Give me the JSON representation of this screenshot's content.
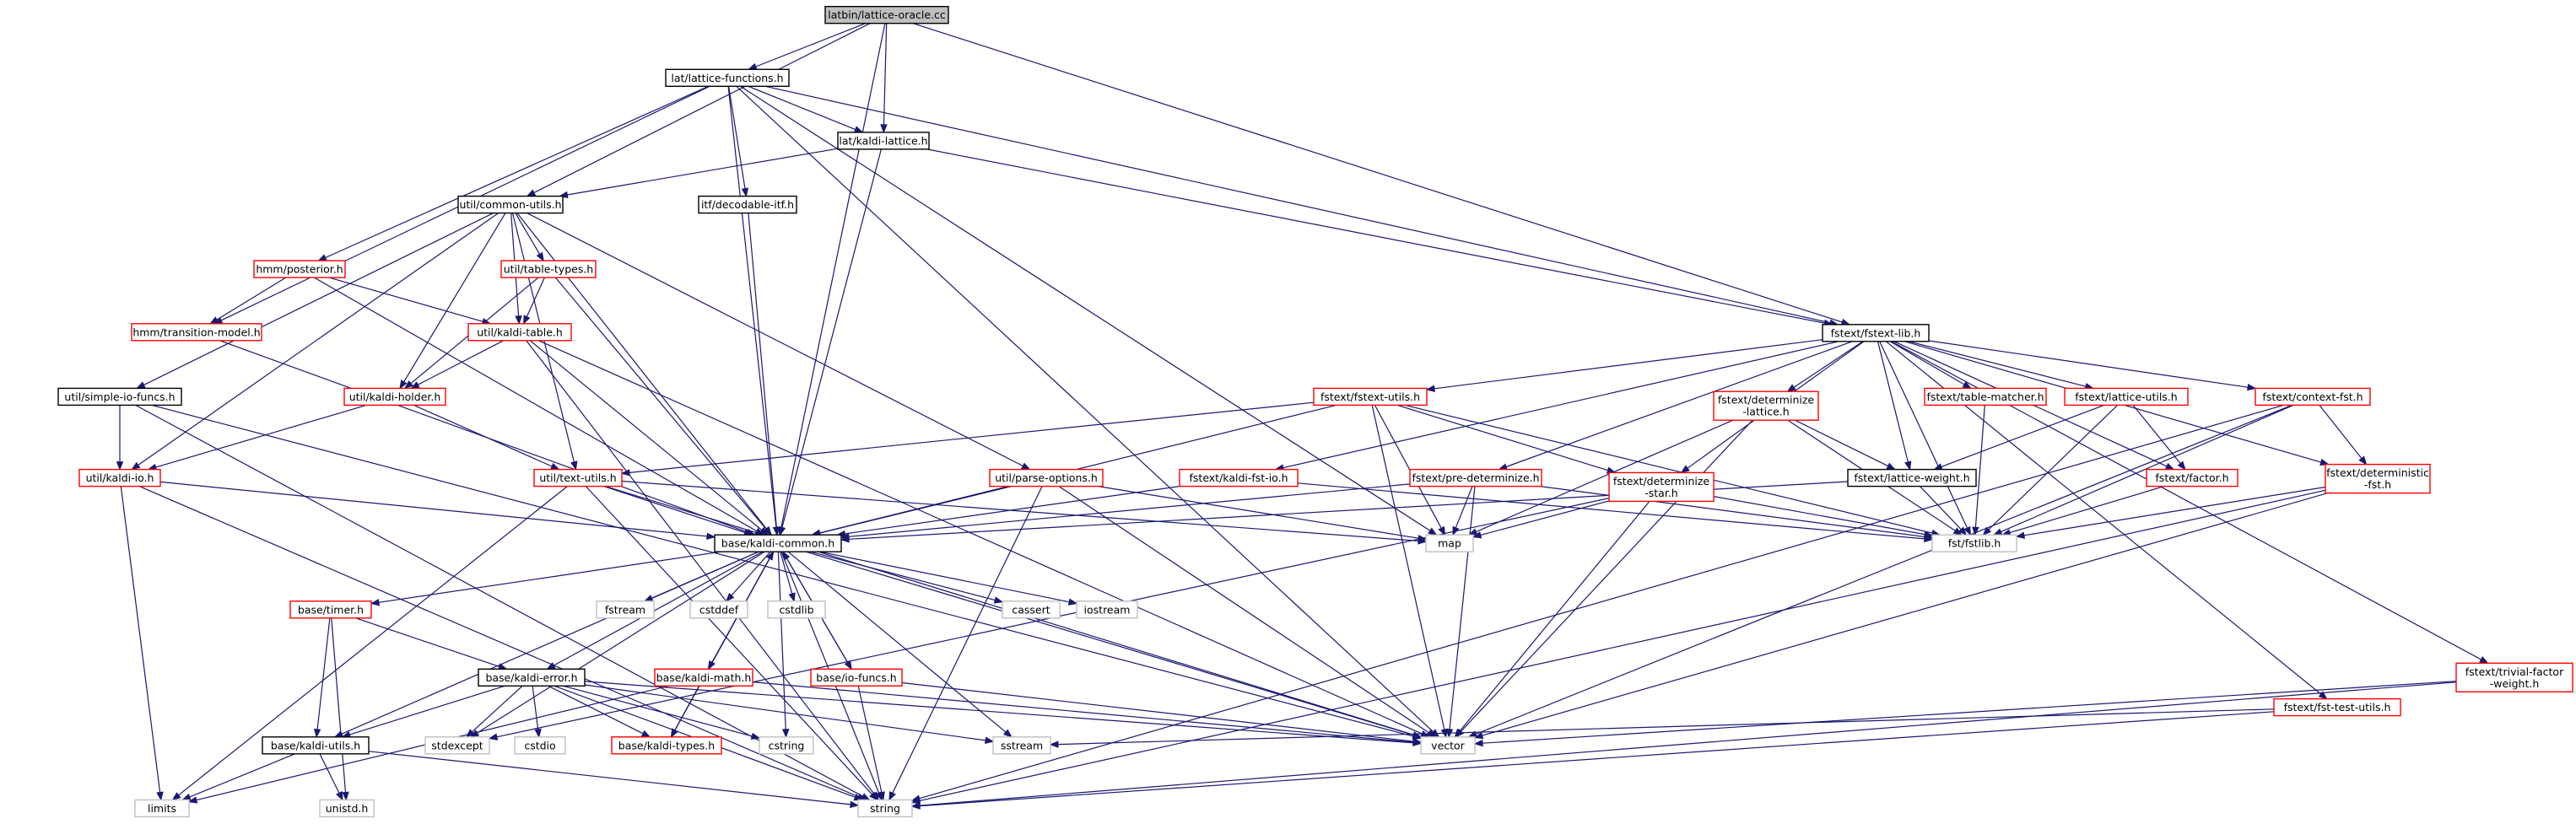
{
  "diagram": {
    "colors": {
      "root_fill": "#bfbfbf",
      "documented_border": "#000000",
      "undocumented_border": "#ff0000",
      "external_border": "#bfbfbf",
      "edge": "#191970"
    },
    "nodes": [
      {
        "id": "lattice-oracle",
        "label": "latbin/lattice-oracle.cc",
        "kind": "root"
      },
      {
        "id": "lattice-functions",
        "label": "lat/lattice-functions.h",
        "kind": "doc"
      },
      {
        "id": "kaldi-lattice",
        "label": "lat/kaldi-lattice.h",
        "kind": "doc"
      },
      {
        "id": "common-utils",
        "label": "util/common-utils.h",
        "kind": "doc"
      },
      {
        "id": "decodable-itf",
        "label": "itf/decodable-itf.h",
        "kind": "doc"
      },
      {
        "id": "fstext-lib",
        "label": "fstext/fstext-lib.h",
        "kind": "doc"
      },
      {
        "id": "posterior",
        "label": "hmm/posterior.h",
        "kind": "undoc"
      },
      {
        "id": "table-types",
        "label": "util/table-types.h",
        "kind": "undoc"
      },
      {
        "id": "transition-model",
        "label": "hmm/transition-model.h",
        "kind": "undoc"
      },
      {
        "id": "kaldi-table",
        "label": "util/kaldi-table.h",
        "kind": "undoc"
      },
      {
        "id": "simple-io-funcs",
        "label": "util/simple-io-funcs.h",
        "kind": "doc"
      },
      {
        "id": "kaldi-holder",
        "label": "util/kaldi-holder.h",
        "kind": "undoc"
      },
      {
        "id": "kaldi-io",
        "label": "util/kaldi-io.h",
        "kind": "undoc"
      },
      {
        "id": "text-utils",
        "label": "util/text-utils.h",
        "kind": "undoc"
      },
      {
        "id": "parse-options",
        "label": "util/parse-options.h",
        "kind": "undoc"
      },
      {
        "id": "fstext-utils",
        "label": "fstext/fstext-utils.h",
        "kind": "undoc"
      },
      {
        "id": "kaldi-fst-io",
        "label": "fstext/kaldi-fst-io.h",
        "kind": "undoc"
      },
      {
        "id": "determinize-lattice",
        "label": "fstext/determinize\n-lattice.h",
        "kind": "undoc"
      },
      {
        "id": "pre-determinize",
        "label": "fstext/pre-determinize.h",
        "kind": "undoc"
      },
      {
        "id": "determinize-star",
        "label": "fstext/determinize\n-star.h",
        "kind": "undoc"
      },
      {
        "id": "table-matcher",
        "label": "fstext/table-matcher.h",
        "kind": "undoc"
      },
      {
        "id": "fst-lattice-utils",
        "label": "fstext/lattice-utils.h",
        "kind": "undoc"
      },
      {
        "id": "lattice-weight",
        "label": "fstext/lattice-weight.h",
        "kind": "doc"
      },
      {
        "id": "context-fst",
        "label": "fstext/context-fst.h",
        "kind": "undoc"
      },
      {
        "id": "factor",
        "label": "fstext/factor.h",
        "kind": "undoc"
      },
      {
        "id": "deterministic-fst",
        "label": "fstext/deterministic\n-fst.h",
        "kind": "undoc"
      },
      {
        "id": "fstlib",
        "label": "fst/fstlib.h",
        "kind": "ext"
      },
      {
        "id": "kaldi-common",
        "label": "base/kaldi-common.h",
        "kind": "doc"
      },
      {
        "id": "map",
        "label": "map",
        "kind": "ext"
      },
      {
        "id": "timer",
        "label": "base/timer.h",
        "kind": "undoc"
      },
      {
        "id": "fstream",
        "label": "fstream",
        "kind": "ext"
      },
      {
        "id": "cstddef",
        "label": "cstddef",
        "kind": "ext"
      },
      {
        "id": "cstdlib",
        "label": "cstdlib",
        "kind": "ext"
      },
      {
        "id": "cassert",
        "label": "cassert",
        "kind": "ext"
      },
      {
        "id": "iostream",
        "label": "iostream",
        "kind": "ext"
      },
      {
        "id": "kaldi-error",
        "label": "base/kaldi-error.h",
        "kind": "doc"
      },
      {
        "id": "kaldi-math",
        "label": "base/kaldi-math.h",
        "kind": "undoc"
      },
      {
        "id": "io-funcs",
        "label": "base/io-funcs.h",
        "kind": "undoc"
      },
      {
        "id": "fst-test-utils",
        "label": "fstext/fst-test-utils.h",
        "kind": "undoc"
      },
      {
        "id": "trivial-factor-weight",
        "label": "fstext/trivial-factor\n-weight.h",
        "kind": "undoc"
      },
      {
        "id": "kaldi-utils",
        "label": "base/kaldi-utils.h",
        "kind": "doc"
      },
      {
        "id": "stdexcept",
        "label": "stdexcept",
        "kind": "ext"
      },
      {
        "id": "cstdio",
        "label": "cstdio",
        "kind": "ext"
      },
      {
        "id": "kaldi-types",
        "label": "base/kaldi-types.h",
        "kind": "undoc"
      },
      {
        "id": "cstring",
        "label": "cstring",
        "kind": "ext"
      },
      {
        "id": "sstream",
        "label": "sstream",
        "kind": "ext"
      },
      {
        "id": "vector",
        "label": "vector",
        "kind": "ext"
      },
      {
        "id": "limits",
        "label": "limits",
        "kind": "ext"
      },
      {
        "id": "unistd",
        "label": "unistd.h",
        "kind": "ext"
      },
      {
        "id": "string",
        "label": "string",
        "kind": "ext"
      }
    ],
    "edges": [
      [
        "lattice-oracle",
        "lattice-functions"
      ],
      [
        "lattice-oracle",
        "kaldi-lattice"
      ],
      [
        "lattice-oracle",
        "common-utils"
      ],
      [
        "lattice-oracle",
        "fstext-lib"
      ],
      [
        "lattice-oracle",
        "kaldi-common"
      ],
      [
        "lattice-functions",
        "kaldi-lattice"
      ],
      [
        "lattice-functions",
        "decodable-itf"
      ],
      [
        "lattice-functions",
        "fstext-lib"
      ],
      [
        "lattice-functions",
        "posterior"
      ],
      [
        "lattice-functions",
        "transition-model"
      ],
      [
        "lattice-functions",
        "kaldi-common"
      ],
      [
        "lattice-functions",
        "map"
      ],
      [
        "lattice-functions",
        "vector"
      ],
      [
        "kaldi-lattice",
        "common-utils"
      ],
      [
        "kaldi-lattice",
        "fstext-lib"
      ],
      [
        "kaldi-lattice",
        "kaldi-common"
      ],
      [
        "common-utils",
        "table-types"
      ],
      [
        "common-utils",
        "kaldi-table"
      ],
      [
        "common-utils",
        "kaldi-holder"
      ],
      [
        "common-utils",
        "simple-io-funcs"
      ],
      [
        "common-utils",
        "kaldi-io"
      ],
      [
        "common-utils",
        "text-utils"
      ],
      [
        "common-utils",
        "parse-options"
      ],
      [
        "common-utils",
        "kaldi-common"
      ],
      [
        "decodable-itf",
        "kaldi-common"
      ],
      [
        "posterior",
        "transition-model"
      ],
      [
        "posterior",
        "kaldi-table"
      ],
      [
        "posterior",
        "kaldi-common"
      ],
      [
        "table-types",
        "kaldi-table"
      ],
      [
        "table-types",
        "kaldi-holder"
      ],
      [
        "table-types",
        "kaldi-common"
      ],
      [
        "transition-model",
        "kaldi-common"
      ],
      [
        "kaldi-table",
        "kaldi-holder"
      ],
      [
        "kaldi-table",
        "kaldi-common"
      ],
      [
        "kaldi-table",
        "string"
      ],
      [
        "kaldi-table",
        "vector"
      ],
      [
        "kaldi-holder",
        "text-utils"
      ],
      [
        "kaldi-holder",
        "kaldi-io"
      ],
      [
        "simple-io-funcs",
        "kaldi-io"
      ],
      [
        "simple-io-funcs",
        "string"
      ],
      [
        "simple-io-funcs",
        "vector"
      ],
      [
        "kaldi-io",
        "kaldi-common"
      ],
      [
        "kaldi-io",
        "limits"
      ],
      [
        "kaldi-io",
        "string"
      ],
      [
        "text-utils",
        "kaldi-common"
      ],
      [
        "text-utils",
        "string"
      ],
      [
        "text-utils",
        "vector"
      ],
      [
        "text-utils",
        "map"
      ],
      [
        "text-utils",
        "limits"
      ],
      [
        "parse-options",
        "kaldi-common"
      ],
      [
        "parse-options",
        "map"
      ],
      [
        "parse-options",
        "string"
      ],
      [
        "parse-options",
        "vector"
      ],
      [
        "fstext-lib",
        "fstext-utils"
      ],
      [
        "fstext-lib",
        "kaldi-fst-io"
      ],
      [
        "fstext-lib",
        "determinize-lattice"
      ],
      [
        "fstext-lib",
        "pre-determinize"
      ],
      [
        "fstext-lib",
        "determinize-star"
      ],
      [
        "fstext-lib",
        "table-matcher"
      ],
      [
        "fstext-lib",
        "fst-lattice-utils"
      ],
      [
        "fstext-lib",
        "lattice-weight"
      ],
      [
        "fstext-lib",
        "context-fst"
      ],
      [
        "fstext-lib",
        "factor"
      ],
      [
        "fstext-lib",
        "deterministic-fst"
      ],
      [
        "fstext-lib",
        "fst-test-utils"
      ],
      [
        "fstext-lib",
        "trivial-factor-weight"
      ],
      [
        "fstext-lib",
        "fstlib"
      ],
      [
        "fstext-utils",
        "text-utils"
      ],
      [
        "fstext-utils",
        "kaldi-common"
      ],
      [
        "fstext-utils",
        "determinize-star"
      ],
      [
        "fstext-utils",
        "fstlib"
      ],
      [
        "fstext-utils",
        "map"
      ],
      [
        "fstext-utils",
        "vector"
      ],
      [
        "kaldi-fst-io",
        "kaldi-common"
      ],
      [
        "kaldi-fst-io",
        "fstlib"
      ],
      [
        "determinize-lattice",
        "lattice-weight"
      ],
      [
        "determinize-lattice",
        "fstlib"
      ],
      [
        "determinize-lattice",
        "map"
      ],
      [
        "determinize-lattice",
        "vector"
      ],
      [
        "pre-determinize",
        "kaldi-common"
      ],
      [
        "pre-determinize",
        "fstlib"
      ],
      [
        "pre-determinize",
        "map"
      ],
      [
        "pre-determinize",
        "vector"
      ],
      [
        "determinize-star",
        "fstlib"
      ],
      [
        "determinize-star",
        "map"
      ],
      [
        "determinize-star",
        "vector"
      ],
      [
        "determinize-star",
        "stdexcept"
      ],
      [
        "table-matcher",
        "fstlib"
      ],
      [
        "fst-lattice-utils",
        "lattice-weight"
      ],
      [
        "fst-lattice-utils",
        "factor"
      ],
      [
        "fst-lattice-utils",
        "fstlib"
      ],
      [
        "lattice-weight",
        "kaldi-common"
      ],
      [
        "lattice-weight",
        "fstlib"
      ],
      [
        "context-fst",
        "deterministic-fst"
      ],
      [
        "context-fst",
        "fstlib"
      ],
      [
        "context-fst",
        "vector"
      ],
      [
        "context-fst",
        "string"
      ],
      [
        "factor",
        "fstlib"
      ],
      [
        "deterministic-fst",
        "fstlib"
      ],
      [
        "deterministic-fst",
        "vector"
      ],
      [
        "deterministic-fst",
        "string"
      ],
      [
        "fst-test-utils",
        "sstream"
      ],
      [
        "fst-test-utils",
        "string"
      ],
      [
        "trivial-factor-weight",
        "vector"
      ],
      [
        "trivial-factor-weight",
        "string"
      ],
      [
        "kaldi-common",
        "timer"
      ],
      [
        "kaldi-common",
        "fstream"
      ],
      [
        "kaldi-common",
        "cstddef"
      ],
      [
        "kaldi-common",
        "cstdlib"
      ],
      [
        "kaldi-common",
        "cassert"
      ],
      [
        "kaldi-common",
        "iostream"
      ],
      [
        "kaldi-common",
        "kaldi-error"
      ],
      [
        "kaldi-common",
        "kaldi-math"
      ],
      [
        "kaldi-common",
        "io-funcs"
      ],
      [
        "kaldi-common",
        "kaldi-utils"
      ],
      [
        "kaldi-common",
        "kaldi-types"
      ],
      [
        "kaldi-common",
        "stdexcept"
      ],
      [
        "kaldi-common",
        "cstring"
      ],
      [
        "kaldi-common",
        "sstream"
      ],
      [
        "kaldi-common",
        "vector"
      ],
      [
        "kaldi-common",
        "string"
      ],
      [
        "timer",
        "kaldi-error"
      ],
      [
        "timer",
        "kaldi-utils"
      ],
      [
        "timer",
        "unistd"
      ],
      [
        "kaldi-error",
        "kaldi-utils"
      ],
      [
        "kaldi-error",
        "stdexcept"
      ],
      [
        "kaldi-error",
        "cstdio"
      ],
      [
        "kaldi-error",
        "kaldi-types"
      ],
      [
        "kaldi-error",
        "cstring"
      ],
      [
        "kaldi-error",
        "sstream"
      ],
      [
        "kaldi-error",
        "string"
      ],
      [
        "kaldi-error",
        "vector"
      ],
      [
        "kaldi-math",
        "kaldi-types"
      ],
      [
        "kaldi-math",
        "kaldi-common"
      ],
      [
        "kaldi-math",
        "vector"
      ],
      [
        "kaldi-math",
        "limits"
      ],
      [
        "io-funcs",
        "kaldi-common"
      ],
      [
        "io-funcs",
        "string"
      ],
      [
        "io-funcs",
        "vector"
      ],
      [
        "kaldi-utils",
        "limits"
      ],
      [
        "kaldi-utils",
        "string"
      ],
      [
        "kaldi-utils",
        "unistd"
      ]
    ]
  }
}
